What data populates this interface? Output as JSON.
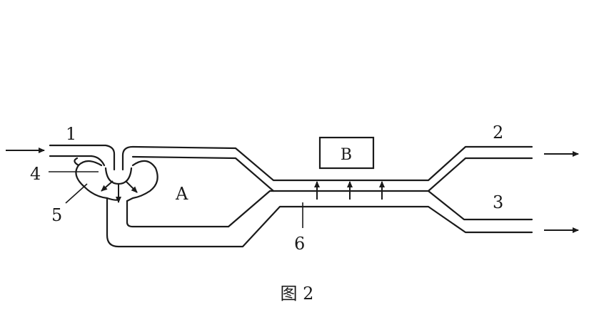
{
  "diagram": {
    "labels": {
      "n1": "1",
      "n2": "2",
      "n3": "3",
      "n4": "4",
      "n5": "5",
      "n6": "6",
      "a": "A",
      "b": "B"
    },
    "caption": "图 2"
  }
}
